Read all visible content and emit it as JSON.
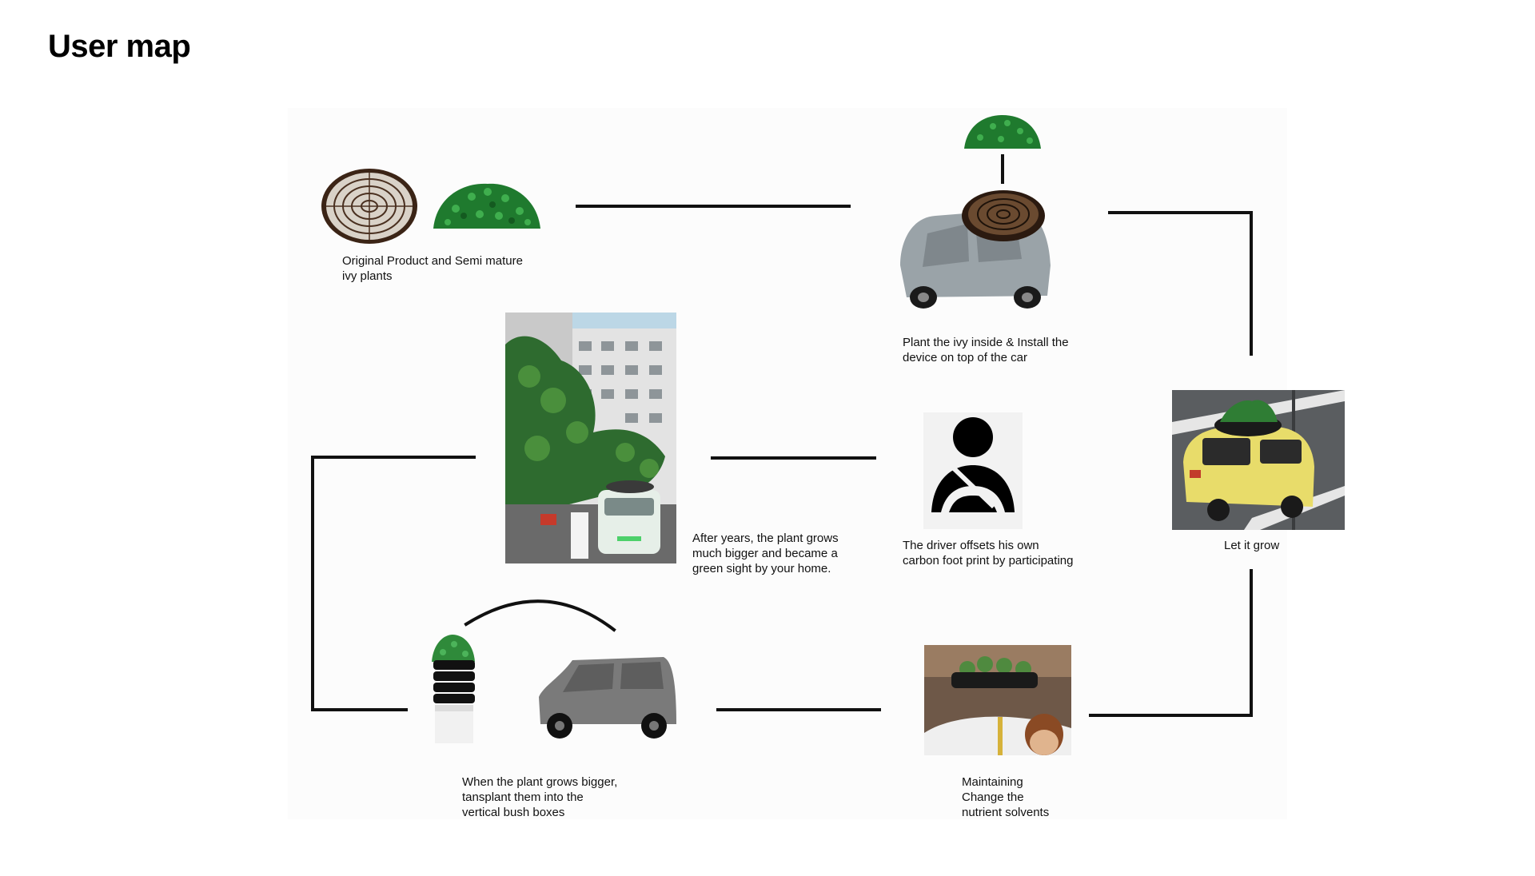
{
  "page": {
    "title": "User map"
  },
  "steps": {
    "step1": {
      "lines": [
        "Original Product and Semi mature",
        "ivy plants"
      ]
    },
    "step2": {
      "lines": [
        "Plant the ivy inside & Install the",
        "device on top of the car"
      ]
    },
    "step3": {
      "lines": [
        "Let it grow"
      ]
    },
    "step4": {
      "lines": [
        "The driver offsets his own",
        "carbon foot print by participating"
      ]
    },
    "step5": {
      "lines": [
        "After years, the plant grows",
        "much bigger and became a",
        "green sight by your home."
      ]
    },
    "step6": {
      "lines": [
        "When the plant grows bigger,",
        "tansplant them into  the",
        "vertical bush boxes"
      ]
    },
    "step7": {
      "lines": [
        "Maintaining",
        "Change the",
        "nutrient solvents"
      ]
    }
  },
  "colors": {
    "connector": "#111111",
    "ivy": "#1f7a2e",
    "ivy_light": "#3fae4e",
    "car_silver": "#9aa3a8",
    "car_yellow": "#e8dc6a",
    "car_grey": "#7a7a7a",
    "wood": "#5a3a22"
  },
  "icons": [
    "ivy-bush-icon",
    "planter-disc-icon",
    "car-icon",
    "driver-seatbelt-icon",
    "bush-box-icon"
  ]
}
